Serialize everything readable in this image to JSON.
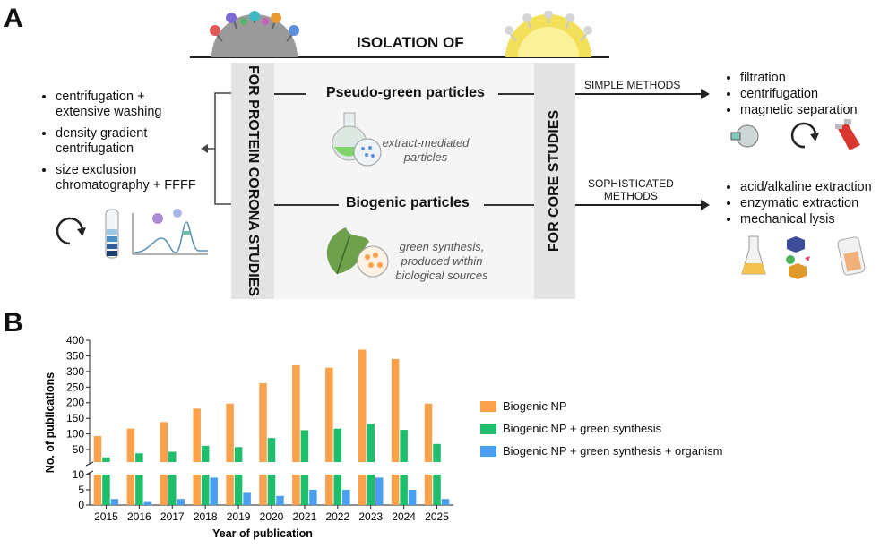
{
  "panel_a": {
    "letter": "A",
    "header": "ISOLATION OF",
    "left_column": "FOR PROTEIN CORONA STUDIES",
    "right_column": "FOR CORE STUDIES",
    "pseudo": {
      "title": "Pseudo-green particles",
      "caption": [
        "extract-mediated",
        "particles"
      ]
    },
    "biogenic": {
      "title": "Biogenic particles",
      "caption": [
        "green synthesis,",
        "produced within",
        "biological sources"
      ]
    },
    "left_methods": [
      [
        "centrifugation  +",
        "extensive washing"
      ],
      [
        "density gradient",
        "centrifugation"
      ],
      [
        "size exclusion",
        "chromatography + FFFF"
      ]
    ],
    "simple_label": "SIMPLE METHODS",
    "simple_methods": [
      "filtration",
      "centrifugation",
      "magnetic separation"
    ],
    "soph_label": [
      "SOPHISTICATED",
      "METHODS"
    ],
    "soph_methods": [
      "acid/alkaline extraction",
      "enzymatic extraction",
      "mechanical lysis"
    ]
  },
  "panel_b": {
    "letter": "B"
  },
  "chart_data": {
    "type": "bar",
    "xlabel": "Year of publication",
    "ylabel": "No. of publications",
    "categories": [
      "2015",
      "2016",
      "2017",
      "2018",
      "2019",
      "2020",
      "2021",
      "2022",
      "2023",
      "2024",
      "2025"
    ],
    "y_axis_break": {
      "lower_range": [
        0,
        10
      ],
      "upper_range": [
        10,
        400
      ]
    },
    "upper_ticks": [
      50,
      100,
      150,
      200,
      250,
      300,
      350,
      400
    ],
    "lower_ticks": [
      0,
      5,
      10
    ],
    "series": [
      {
        "name": "Biogenic NP",
        "color": "#f9a24b",
        "values": [
          93,
          117,
          138,
          181,
          197,
          262,
          320,
          312,
          370,
          340,
          197
        ]
      },
      {
        "name": "Biogenic NP + green synthesis",
        "color": "#1fbe6c",
        "values": [
          25,
          38,
          43,
          62,
          58,
          87,
          112,
          117,
          132,
          113,
          68
        ]
      },
      {
        "name": "Biogenic NP + green synthesis + organism",
        "color": "#4a9ff0",
        "values": [
          2,
          1,
          2,
          9,
          4,
          3,
          5,
          5,
          9,
          5,
          2
        ]
      }
    ],
    "legend_position": "right"
  }
}
